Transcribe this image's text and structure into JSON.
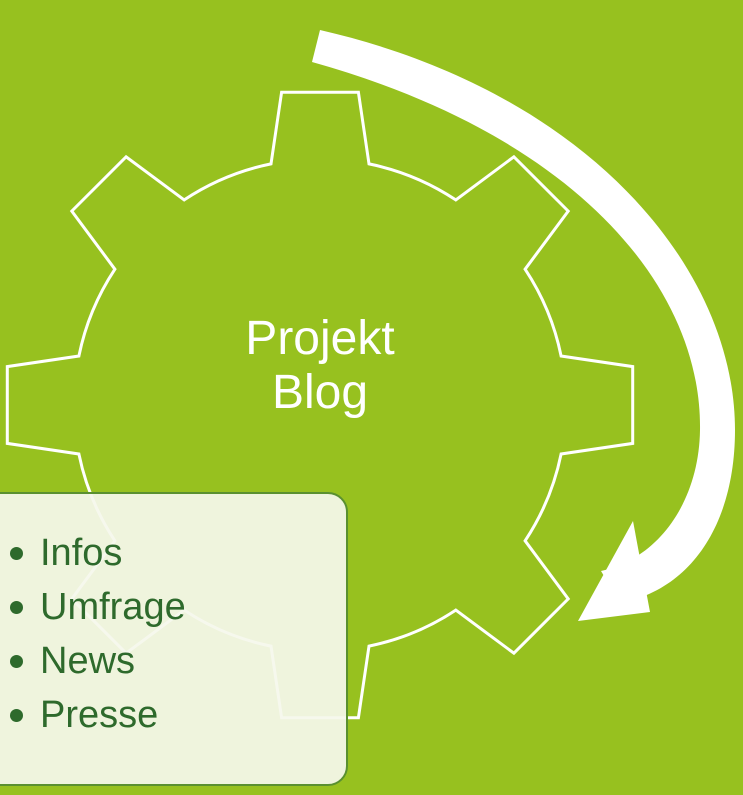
{
  "colors": {
    "background": "#97c11f",
    "gear_stroke": "#ffffff",
    "arrow": "#ffffff",
    "box_fill": "#f5f8ec",
    "box_border": "#5a9030",
    "list_text": "#2e6a2c"
  },
  "gear": {
    "title_line1": "Projekt",
    "title_line2": "Blog",
    "teeth": 8
  },
  "cycle_arrow": {
    "direction": "clockwise"
  },
  "info_box": {
    "items": [
      "Infos",
      "Umfrage",
      "News",
      "Presse"
    ]
  }
}
